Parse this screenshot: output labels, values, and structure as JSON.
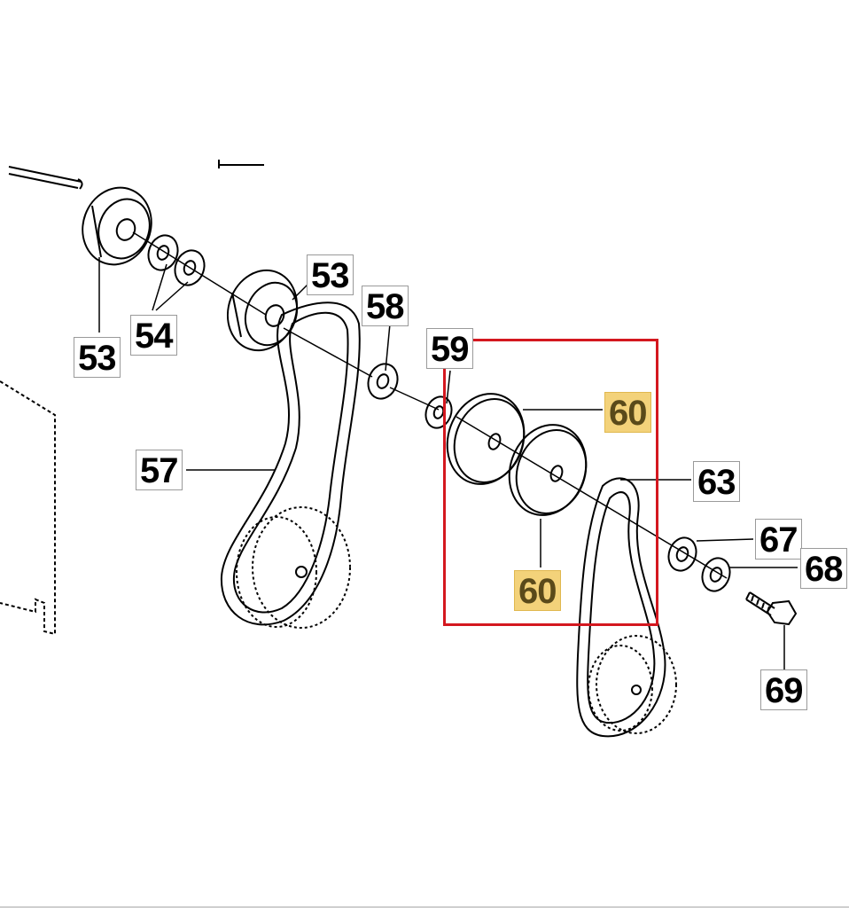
{
  "diagram": {
    "highlight_color": "#d4181f",
    "highlight_label_color": "#f3d27a",
    "callouts": [
      {
        "id": "53a",
        "text": "53"
      },
      {
        "id": "53b",
        "text": "53"
      },
      {
        "id": "54",
        "text": "54"
      },
      {
        "id": "57",
        "text": "57"
      },
      {
        "id": "58",
        "text": "58"
      },
      {
        "id": "59",
        "text": "59"
      },
      {
        "id": "60a",
        "text": "60",
        "highlighted": true
      },
      {
        "id": "60b",
        "text": "60",
        "highlighted": true
      },
      {
        "id": "63",
        "text": "63"
      },
      {
        "id": "67",
        "text": "67"
      },
      {
        "id": "68",
        "text": "68"
      },
      {
        "id": "69",
        "text": "69"
      }
    ]
  }
}
